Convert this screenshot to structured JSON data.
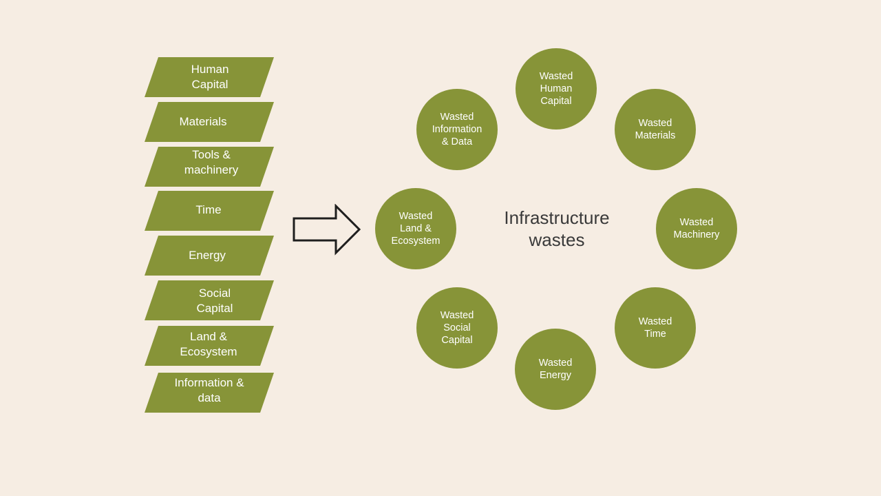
{
  "colors": {
    "background": "#f6ede3",
    "shape_fill": "#879438",
    "shape_text": "#ffffff",
    "title_text": "#3a3a3a",
    "arrow_stroke": "#1e1e1e"
  },
  "inputs": [
    {
      "label": "Human\nCapital"
    },
    {
      "label": "Materials"
    },
    {
      "label": "Tools &\nmachinery"
    },
    {
      "label": "Time"
    },
    {
      "label": "Energy"
    },
    {
      "label": "Social\nCapital"
    },
    {
      "label": "Land &\nEcosystem"
    },
    {
      "label": "Information &\ndata"
    }
  ],
  "arrow_icon": "right-arrow-outline-icon",
  "center_title": "Infrastructure\nwastes",
  "wastes": [
    {
      "label": "Wasted\nHuman\nCapital"
    },
    {
      "label": "Wasted\nMaterials"
    },
    {
      "label": "Wasted\nMachinery"
    },
    {
      "label": "Wasted\nTime"
    },
    {
      "label": "Wasted\nEnergy"
    },
    {
      "label": "Wasted\nSocial\nCapital"
    },
    {
      "label": "Wasted\nLand &\nEcosystem"
    },
    {
      "label": "Wasted\nInformation\n& Data"
    }
  ]
}
